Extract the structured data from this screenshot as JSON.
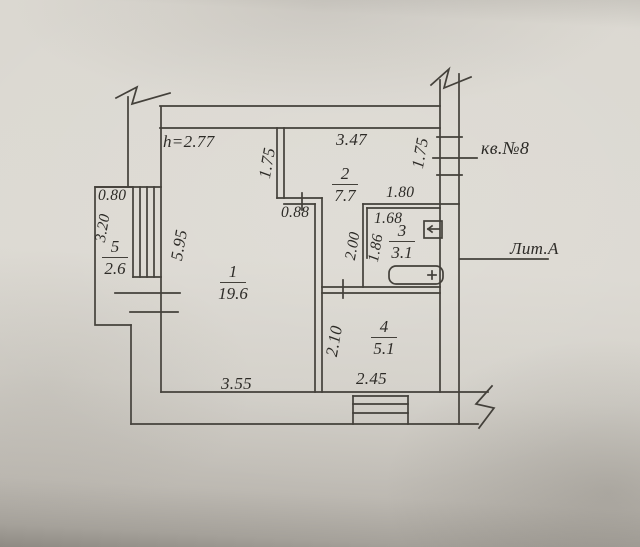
{
  "plan": {
    "apartment_label": "кв.№8",
    "building_label": "Лит.А",
    "ceiling_height_label": "h=2.77",
    "rooms": [
      {
        "number": "1",
        "area": "19.6"
      },
      {
        "number": "2",
        "area": "7.7"
      },
      {
        "number": "3",
        "area": "3.1"
      },
      {
        "number": "4",
        "area": "5.1"
      },
      {
        "number": "5",
        "area": "2.6"
      }
    ],
    "dimensions": {
      "room1_bottom": "3.55",
      "room1_left": "5.95",
      "kitchen_top": "3.47",
      "kitchen_left_wall": "1.75",
      "kitchen_window": "1.75",
      "bath_top_outer": "1.80",
      "bath_top_inner": "1.68",
      "bath_left_outer": "2.00",
      "bath_left_inner": "1.86",
      "niche_width": "0.88",
      "hall_left": "2.10",
      "hall_bottom": "2.45",
      "balcony_width": "0.80",
      "balcony_length": "3.20"
    }
  }
}
